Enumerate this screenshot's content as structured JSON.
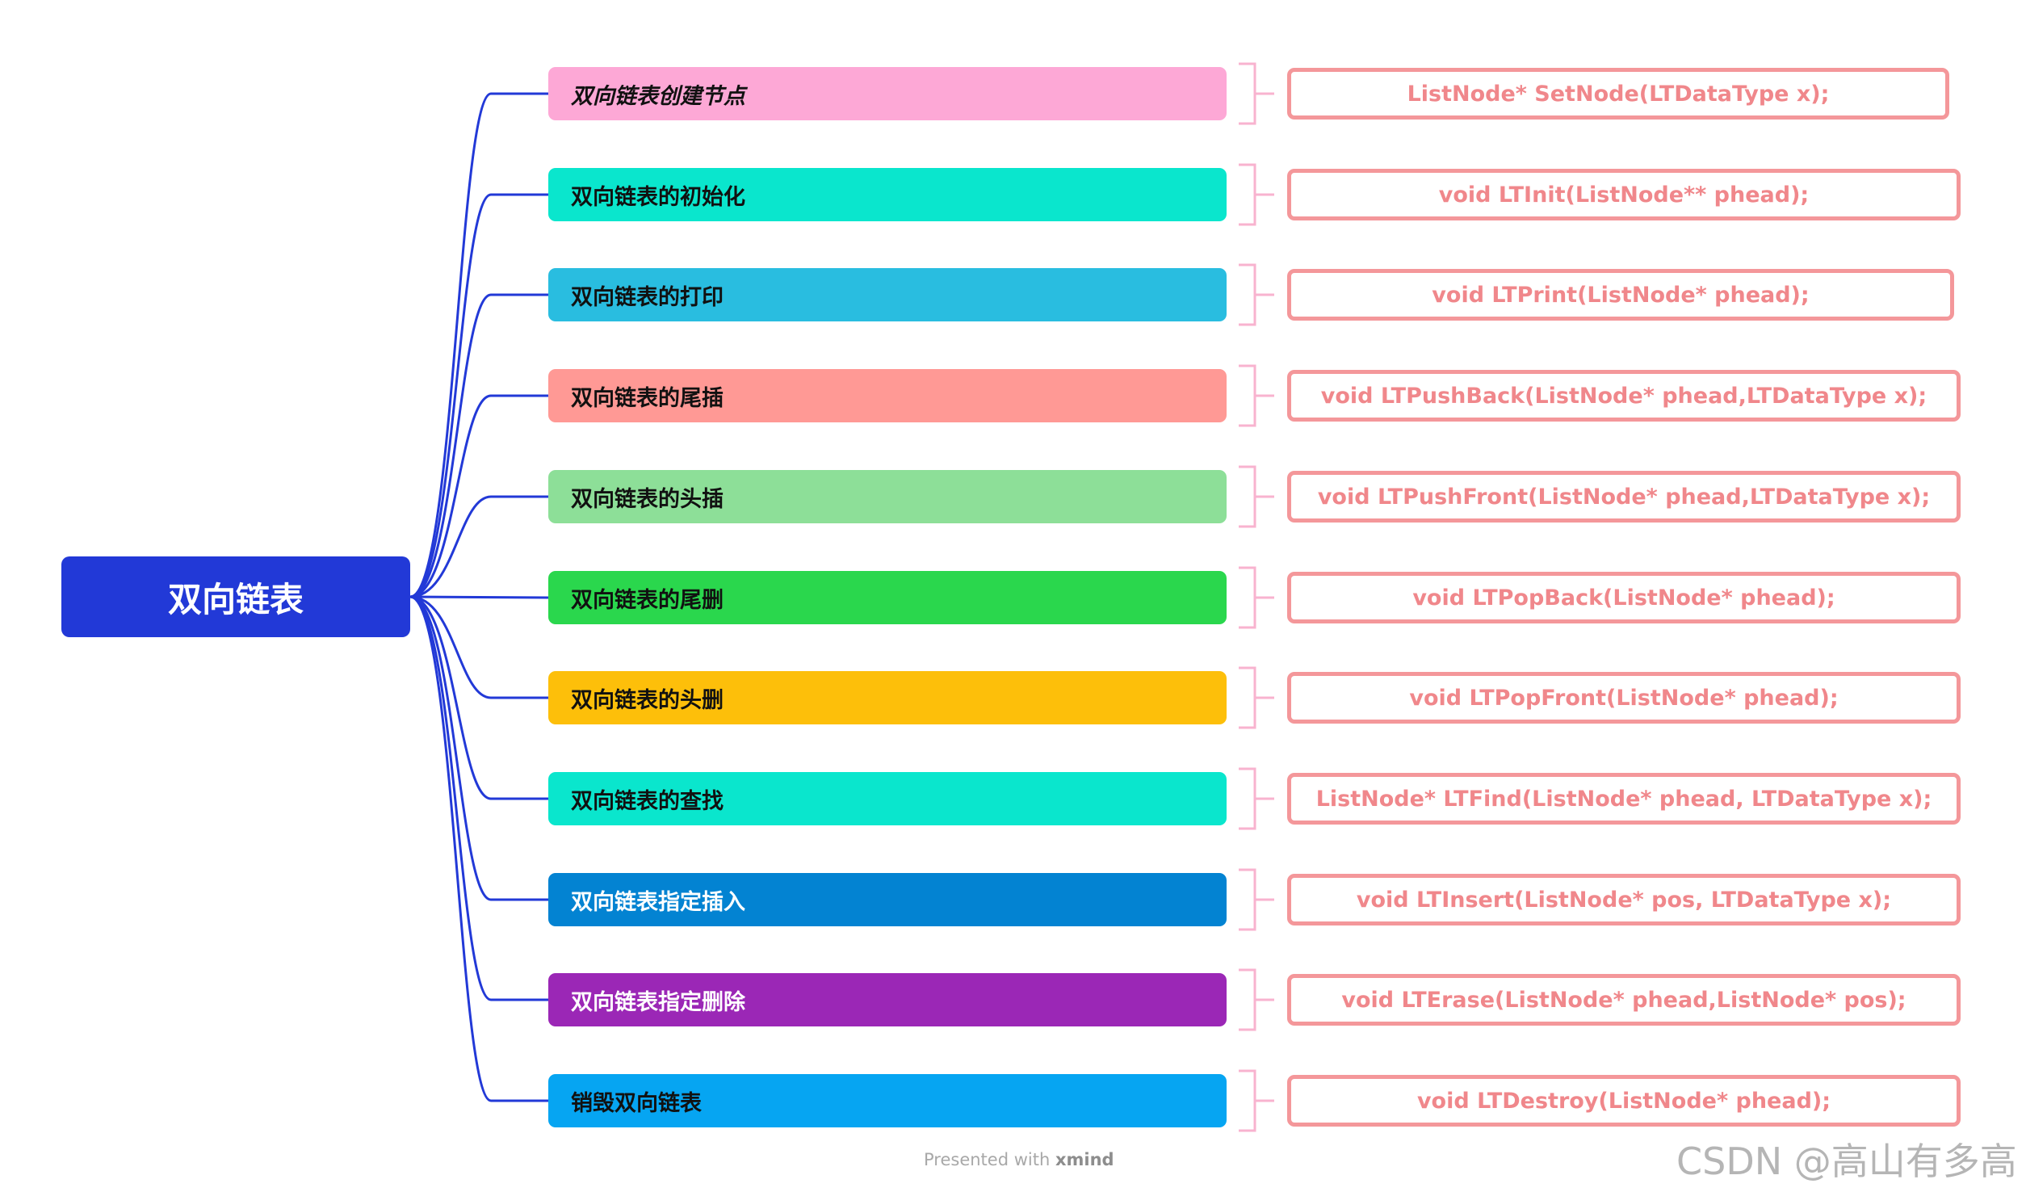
{
  "root": {
    "label": "双向链表"
  },
  "colors": {
    "root": "#2239d7",
    "connector": "#2239d7",
    "code_border": "#f4979a",
    "code_text": "#f0878b",
    "brace": "#f8b3cf"
  },
  "branches": [
    {
      "label": "双向链表创建节点",
      "color": "#fda8d6",
      "text_style": "dark-italic",
      "code": "ListNode* SetNode(LTDataType x);"
    },
    {
      "label": "双向链表的初始化",
      "color": "#0ae6cd",
      "text_style": "dark",
      "code": "void LTInit(ListNode** phead);"
    },
    {
      "label": "双向链表的打印",
      "color": "#29bde0",
      "text_style": "dark",
      "code": "void LTPrint(ListNode* phead);"
    },
    {
      "label": "双向链表的尾插",
      "color": "#ff9995",
      "text_style": "dark",
      "code": "void LTPushBack(ListNode* phead,LTDataType x);"
    },
    {
      "label": "双向链表的头插",
      "color": "#8ddf98",
      "text_style": "dark",
      "code": "void LTPushFront(ListNode* phead,LTDataType x);"
    },
    {
      "label": "双向链表的尾删",
      "color": "#2ad74d",
      "text_style": "dark",
      "code": "void LTPopBack(ListNode* phead);"
    },
    {
      "label": "双向链表的头删",
      "color": "#fdbf0a",
      "text_style": "dark",
      "code": "void LTPopFront(ListNode* phead);"
    },
    {
      "label": "双向链表的查找",
      "color": "#0ae6cd",
      "text_style": "dark",
      "code": "ListNode* LTFind(ListNode* phead, LTDataType x);"
    },
    {
      "label": "双向链表指定插入",
      "color": "#0383d2",
      "text_style": "light",
      "code": "void LTInsert(ListNode* pos, LTDataType x);"
    },
    {
      "label": "双向链表指定删除",
      "color": "#9b27b6",
      "text_style": "light",
      "code": "void LTErase(ListNode* phead,ListNode* pos);"
    },
    {
      "label": "销毁双向链表",
      "color": "#06a5f2",
      "text_style": "dark",
      "code": "void LTDestroy(ListNode* phead);"
    }
  ],
  "footer": {
    "prefix": "Presented with",
    "brand": "xmind"
  },
  "watermark": "CSDN @高山有多高"
}
